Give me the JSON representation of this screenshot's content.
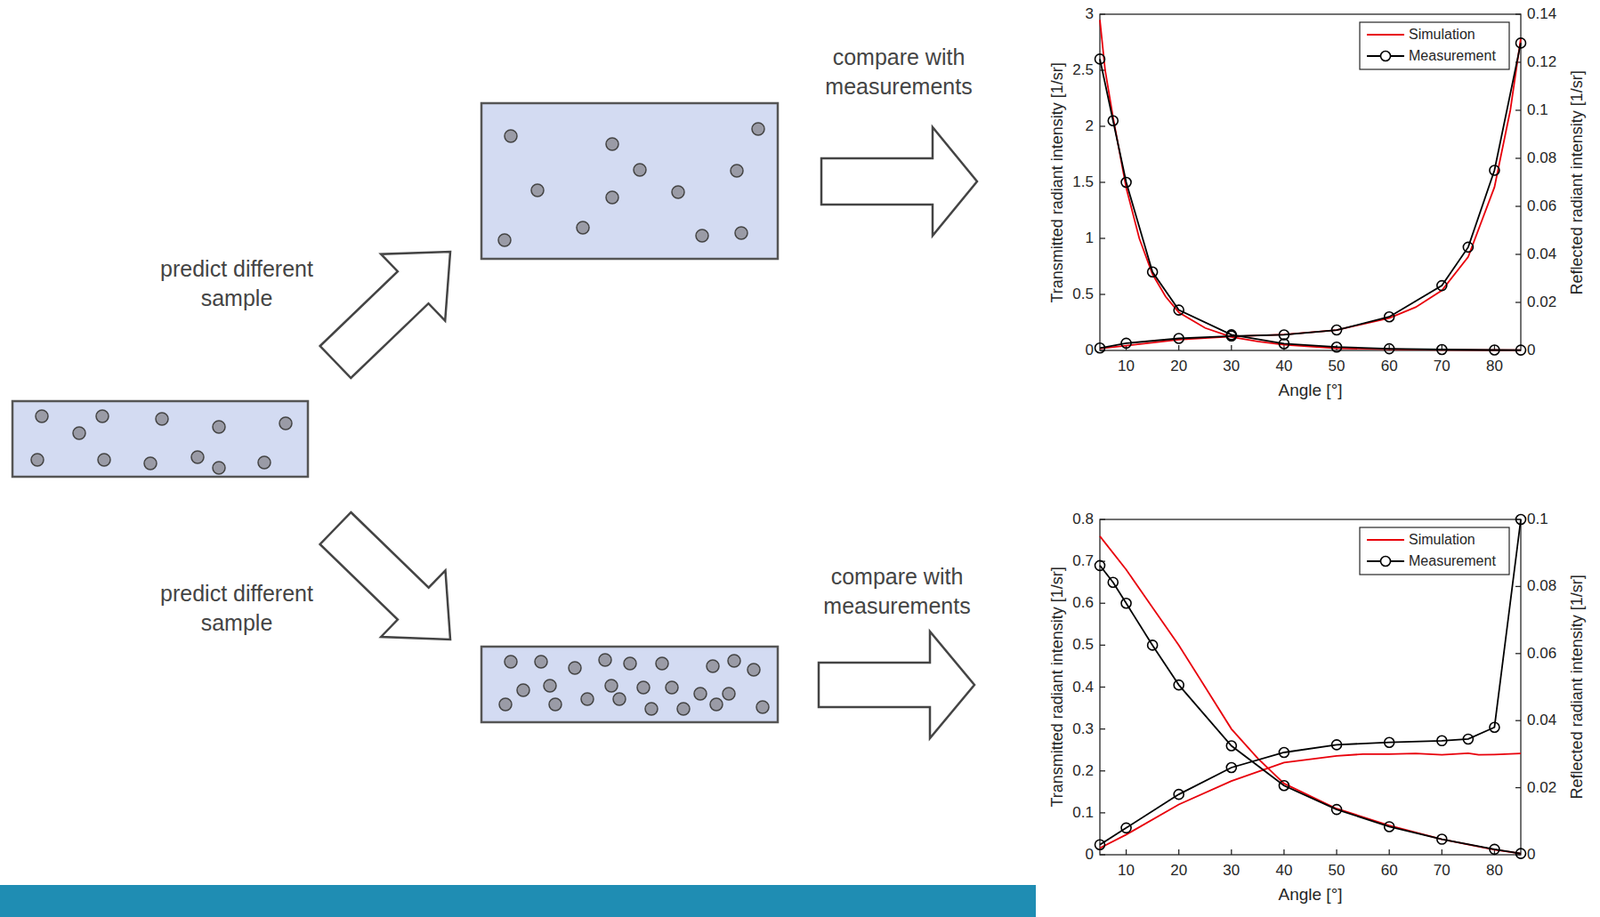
{
  "diagram": {
    "labels": [
      "predict different sample",
      "predict different sample",
      "compare with measurements",
      "compare with measurements",
      "0",
      "0.5",
      "1",
      "1.5",
      "2",
      "2.5",
      "3",
      "0",
      "0.02",
      "0.04",
      "0.06",
      "0.08",
      "0.1",
      "0.12",
      "0.14",
      "10",
      "20",
      "30",
      "40",
      "50",
      "60",
      "70",
      "80",
      "Transmitted radiant intensity [1/sr]",
      "Reflected radiant intensity [1/sr]",
      "Angle [°]",
      "0",
      "0.1",
      "0.2",
      "0.3",
      "0.4",
      "0.5",
      "0.6",
      "0.7",
      "0.8",
      "0",
      "0.02",
      "0.04",
      "0.06",
      "0.08",
      "0.1",
      "10",
      "20",
      "30",
      "40",
      "50",
      "60",
      "70",
      "80",
      "Transmitted radiant intensity [1/sr]",
      "Reflected radiant intensity [1/sr]",
      "Angle [°]"
    ],
    "legend": [
      {
        "text": "Simulation"
      },
      {
        "text": "Measurement"
      },
      {
        "text": "Simulation"
      },
      {
        "text": "Measurement"
      }
    ]
  }
}
